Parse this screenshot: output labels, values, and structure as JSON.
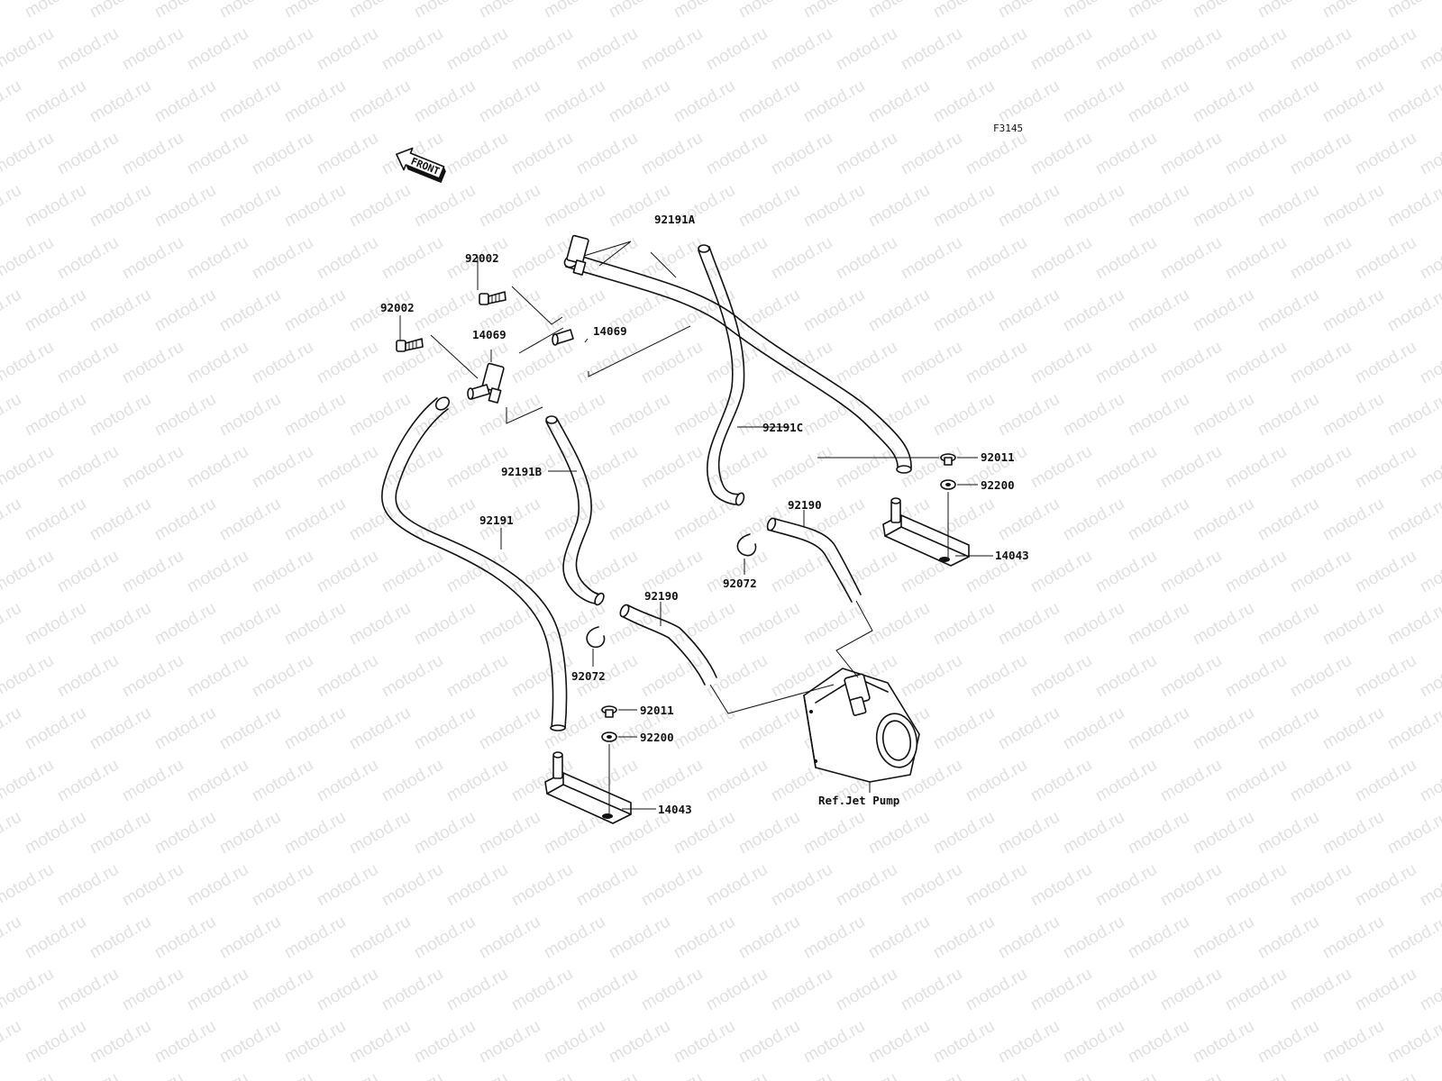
{
  "diagram": {
    "code": "F3145",
    "front_label": "FRONT",
    "watermark": "motod.ru",
    "parts": {
      "p92191A": "92191A",
      "p92002_top": "92002",
      "p92002_left": "92002",
      "p14069_right": "14069",
      "p14069_left": "14069",
      "p92191C": "92191C",
      "p92191B": "92191B",
      "p92191": "92191",
      "p92011_right": "92011",
      "p92200_right": "92200",
      "p14043_right": "14043",
      "p92190_right": "92190",
      "p92072_right": "92072",
      "p92190_left": "92190",
      "p92072_left": "92072",
      "p92011_left": "92011",
      "p92200_left": "92200",
      "p14043_left": "14043",
      "ref_jet_pump": "Ref.Jet Pump"
    }
  }
}
